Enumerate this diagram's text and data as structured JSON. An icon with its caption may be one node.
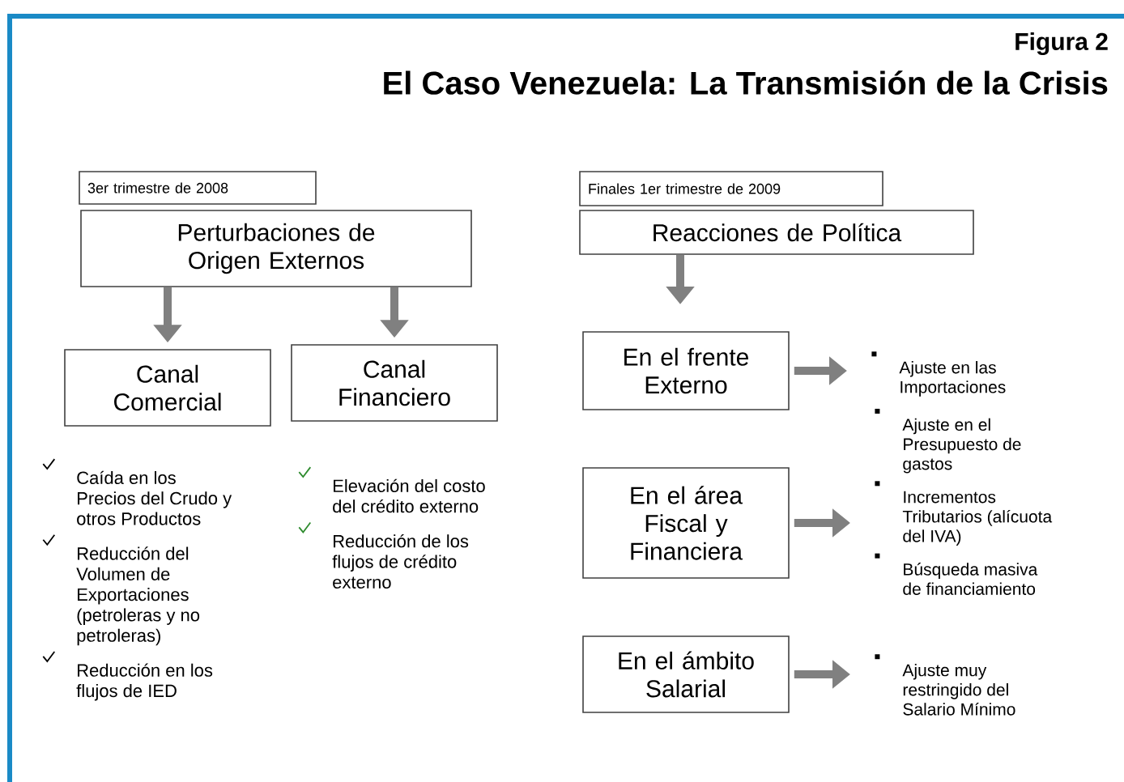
{
  "diagram": {
    "title": "El Caso Venezuela: La Transmisión de la Crisis",
    "nodes": [
      {
        "text": [
          "3er trimestre de 2008"
        ]
      },
      {
        "text": [
          "Perturbaciones de Origen Externos"
        ]
      },
      {
        "text": [
          "Canal Comercial"
        ]
      },
      {
        "text": [
          "Canal Financiero"
        ]
      },
      {
        "text": [
          "Finales 1er  trimestre de 2009"
        ]
      },
      {
        "text": [
          "Reacciones de Política"
        ]
      },
      {
        "text": [
          "En el frente Externo"
        ]
      },
      {
        "text": [
          "En el área Fiscal y Financiera"
        ]
      },
      {
        "text": [
          "En el ámbito Salarial"
        ]
      },
      {
        "text": [
          "Ajuste en las Importaciones"
        ]
      },
      {
        "text": [
          "Ajuste en el Presupuesto de gastos",
          "Incrementos Tributarios (alícuota del IVA)",
          "Búsqueda masiva de financiamiento"
        ]
      },
      {
        "text": [
          "Ajuste muy restringido del Salario Mínimo"
        ]
      }
    ],
    "edges": [
      {
        "from": 1,
        "to": 2,
        "arrow": "to"
      },
      {
        "from": 1,
        "to": 3,
        "arrow": "to"
      },
      {
        "from": 5,
        "to": 6,
        "arrow": "to"
      },
      {
        "from": 6,
        "to": 9,
        "arrow": "to"
      },
      {
        "from": 7,
        "to": 10,
        "arrow": "to"
      },
      {
        "from": 8,
        "to": 11,
        "arrow": "to"
      }
    ],
    "labels": [
      "Figura 2",
      "Caída en los Precios del Crudo y otros Productos",
      "Reducción del Volumen de Exportaciones (petroleras y no petroleras)",
      "Reducción en los flujos de IED",
      "Elevación del costo del crédito externo",
      "Reducción de los flujos de crédito externo"
    ]
  }
}
